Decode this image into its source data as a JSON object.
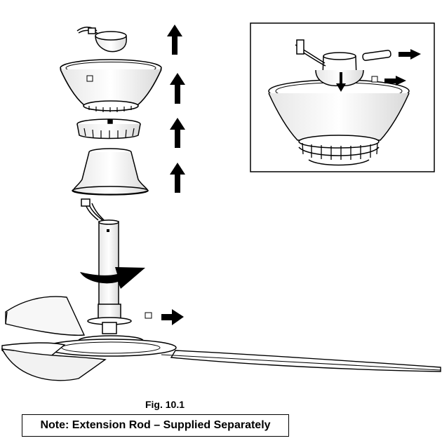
{
  "figure": {
    "caption": "Fig. 10.1",
    "note": "Note: Extension Rod – Supplied Separately"
  },
  "components": [
    "canopy-cover",
    "motor-housing-cover",
    "collar-ring",
    "coupling-cover",
    "extension-rod",
    "motor-assembly",
    "blades"
  ],
  "icons": {
    "up-arrow": "removal-direction-up",
    "side-arrow": "removal-direction-out",
    "rotate-arrow": "rotate-direction"
  }
}
